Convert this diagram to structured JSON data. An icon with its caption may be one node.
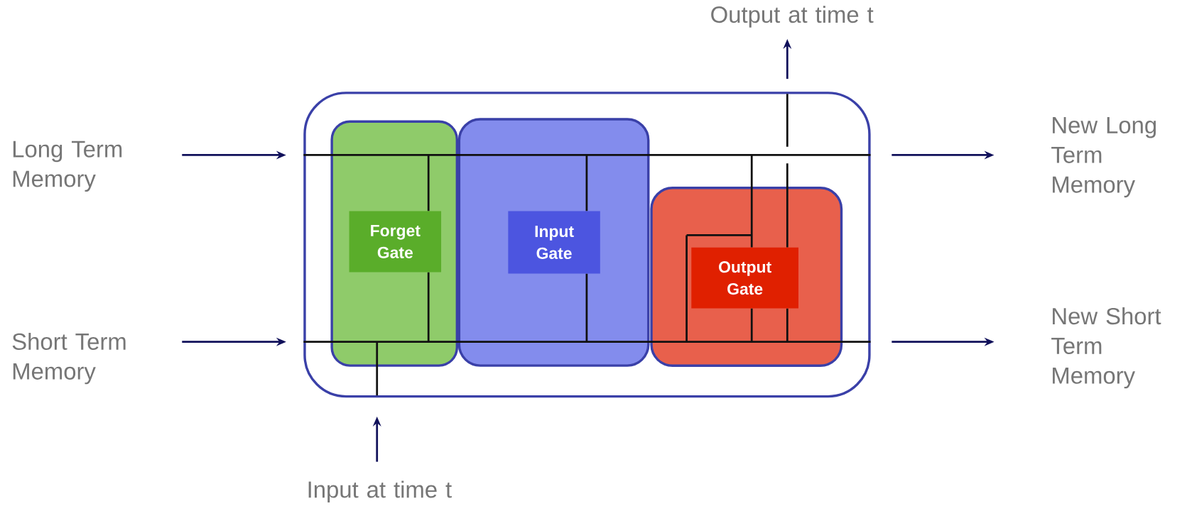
{
  "diagram": {
    "nodes": [
      {
        "text": [],
        "shape": "box"
      },
      {
        "text": [
          "Forget Gate"
        ],
        "in": 0
      },
      {
        "text": [
          "Input Gate"
        ],
        "in": 0
      },
      {
        "text": [
          "Output Gate"
        ],
        "in": 0
      },
      {
        "text": [
          "Long Term Memory"
        ]
      },
      {
        "text": [
          "Short Term Memory"
        ]
      },
      {
        "text": [
          "Input at time t"
        ]
      },
      {
        "text": [
          "Output at time t"
        ]
      },
      {
        "text": [
          "New Long Term Memory"
        ]
      },
      {
        "text": [
          "New Short Term Memory"
        ]
      }
    ],
    "edges": [
      {
        "from": 4,
        "to": 0,
        "arrow": "to"
      },
      {
        "from": 5,
        "to": 0,
        "arrow": "to"
      },
      {
        "from": 6,
        "to": 0,
        "arrow": "to"
      },
      {
        "from": 0,
        "to": 7,
        "arrow": "to"
      },
      {
        "from": 0,
        "to": 8,
        "arrow": "to"
      },
      {
        "from": 0,
        "to": 9,
        "arrow": "to"
      }
    ]
  }
}
